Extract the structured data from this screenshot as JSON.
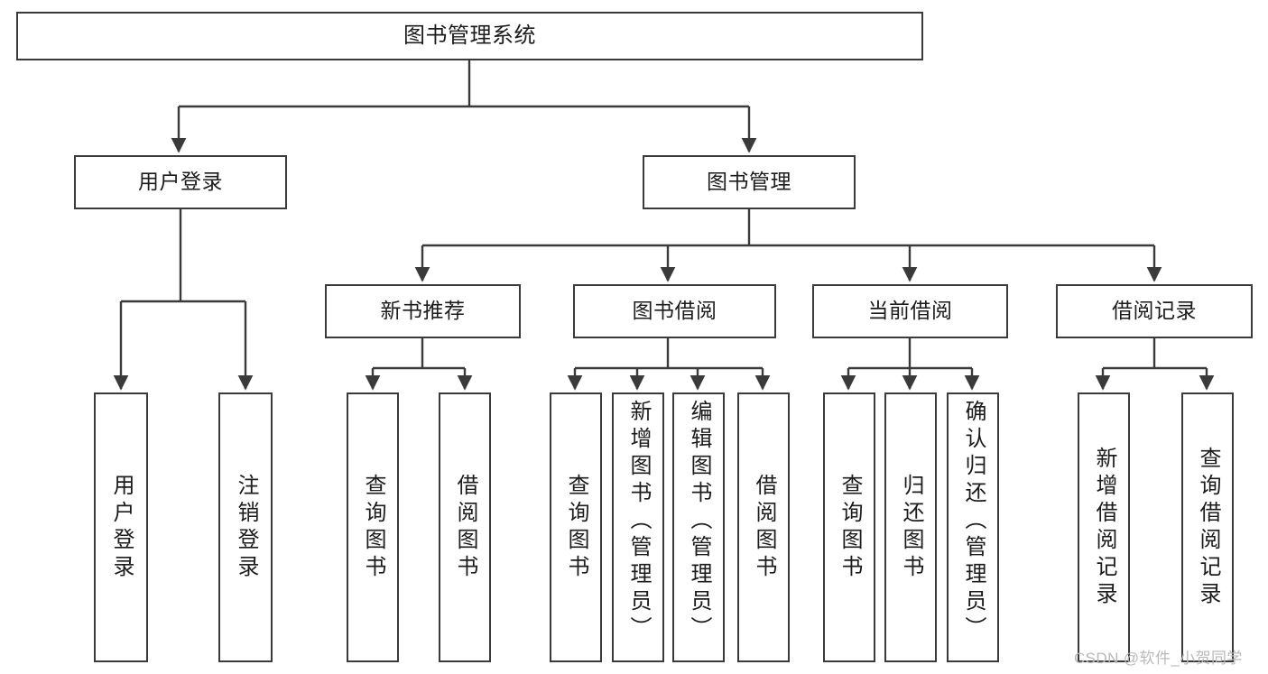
{
  "diagram": {
    "type": "tree-hierarchy",
    "title": "图书管理系统",
    "orientation": "top-down",
    "line_color": "#3a3a3a",
    "box_fill": "#ffffff",
    "box_border": "#3a3a3a",
    "watermark": "CSDN @软件_小贺同学",
    "levels": {
      "level1": [
        "图书管理系统"
      ],
      "level2": [
        "用户登录",
        "图书管理"
      ],
      "level3": [
        "新书推荐",
        "图书借阅",
        "当前借阅",
        "借阅记录"
      ],
      "level4": [
        "用户登录",
        "注销登录",
        "查询图书",
        "借阅图书",
        "查询图书",
        "新增图书（管理员）",
        "编辑图书（管理员）",
        "借阅图书",
        "查询图书",
        "归还图书",
        "确认归还（管理员）",
        "新增借阅记录",
        "查询借阅记录"
      ]
    }
  },
  "nodes": {
    "root": {
      "label": "图书管理系统"
    },
    "user_login": {
      "label": "用户登录"
    },
    "book_manage": {
      "label": "图书管理"
    },
    "new_book_rec": {
      "label": "新书推荐"
    },
    "book_borrow": {
      "label": "图书借阅"
    },
    "current_borrow": {
      "label": "当前借阅"
    },
    "borrow_record": {
      "label": "借阅记录"
    },
    "leaf_user_login": {
      "label": "用户登录"
    },
    "leaf_logout": {
      "label": "注销登录"
    },
    "leaf_query_book_a": {
      "label": "查询图书"
    },
    "leaf_borrow_book_a": {
      "label": "借阅图书"
    },
    "leaf_query_book_b": {
      "label": "查询图书"
    },
    "leaf_add_book": {
      "label": "新增图书（管理员）"
    },
    "leaf_edit_book": {
      "label": "编辑图书（管理员）"
    },
    "leaf_borrow_book_b": {
      "label": "借阅图书"
    },
    "leaf_query_book_c": {
      "label": "查询图书"
    },
    "leaf_return_book": {
      "label": "归还图书"
    },
    "leaf_confirm_return": {
      "label": "确认归还（管理员）"
    },
    "leaf_add_record": {
      "label": "新增借阅记录"
    },
    "leaf_query_record": {
      "label": "查询借阅记录"
    }
  },
  "footer": {
    "watermark": "CSDN @软件_小贺同学"
  }
}
